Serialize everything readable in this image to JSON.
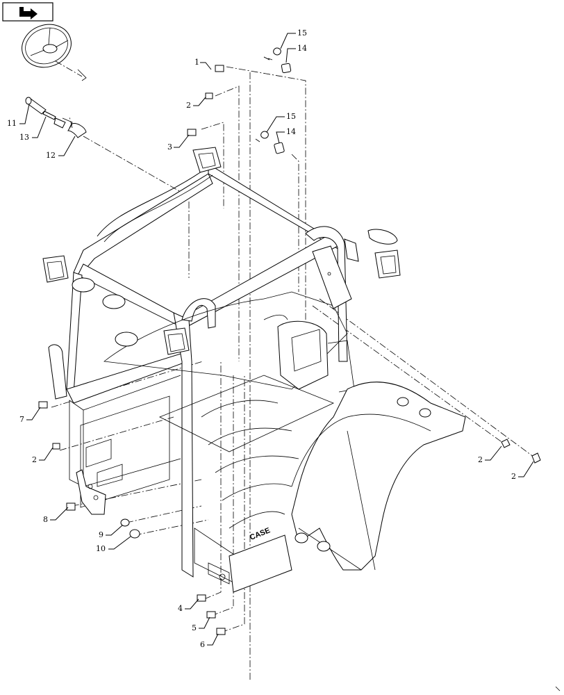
{
  "nav_icon": "return-arrow-icon",
  "callouts": [
    {
      "label": "1"
    },
    {
      "label": "2"
    },
    {
      "label": "3"
    },
    {
      "label": "7"
    },
    {
      "label": "2"
    },
    {
      "label": "8"
    },
    {
      "label": "9"
    },
    {
      "label": "10"
    },
    {
      "label": "4"
    },
    {
      "label": "5"
    },
    {
      "label": "6"
    },
    {
      "label": "2"
    },
    {
      "label": "2"
    },
    {
      "label": "11"
    },
    {
      "label": "13"
    },
    {
      "label": "12"
    },
    {
      "label": "15"
    },
    {
      "label": "14"
    },
    {
      "label": "15"
    },
    {
      "label": "14"
    }
  ],
  "fender_logo": "CASE"
}
